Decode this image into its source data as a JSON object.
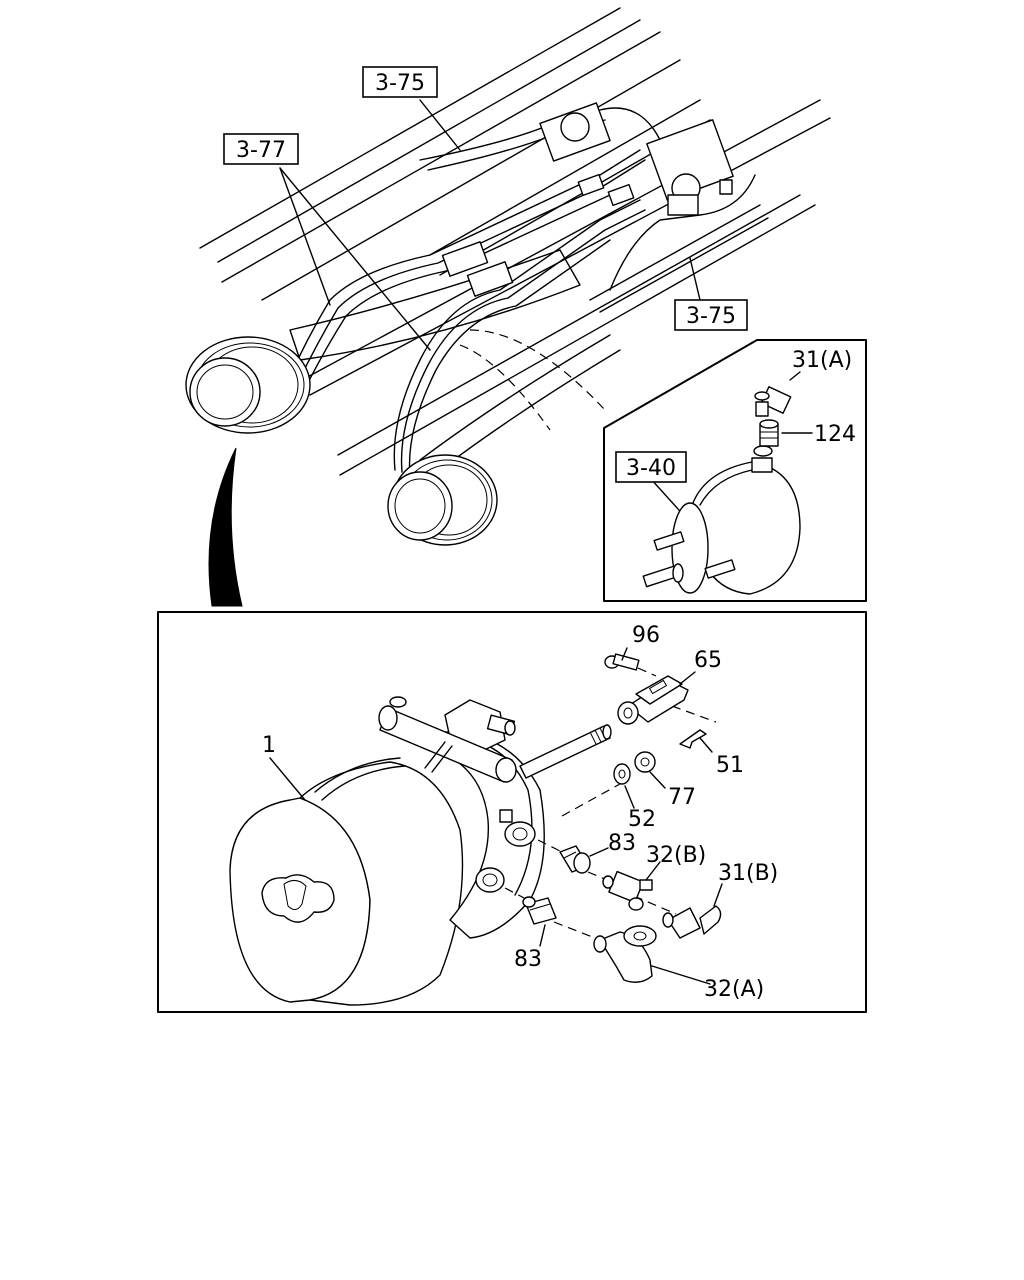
{
  "references": {
    "ref_3_75_top": "3-75",
    "ref_3_77": "3-77",
    "ref_3_75_right": "3-75",
    "ref_3_40": "3-40"
  },
  "callouts": {
    "c_31a": "31(A)",
    "c_124": "124",
    "c_96": "96",
    "c_65": "65",
    "c_1": "1",
    "c_51": "51",
    "c_77": "77",
    "c_52": "52",
    "c_83_upper": "83",
    "c_32b": "32(B)",
    "c_31b": "31(B)",
    "c_83_lower": "83",
    "c_32a": "32(A)"
  }
}
